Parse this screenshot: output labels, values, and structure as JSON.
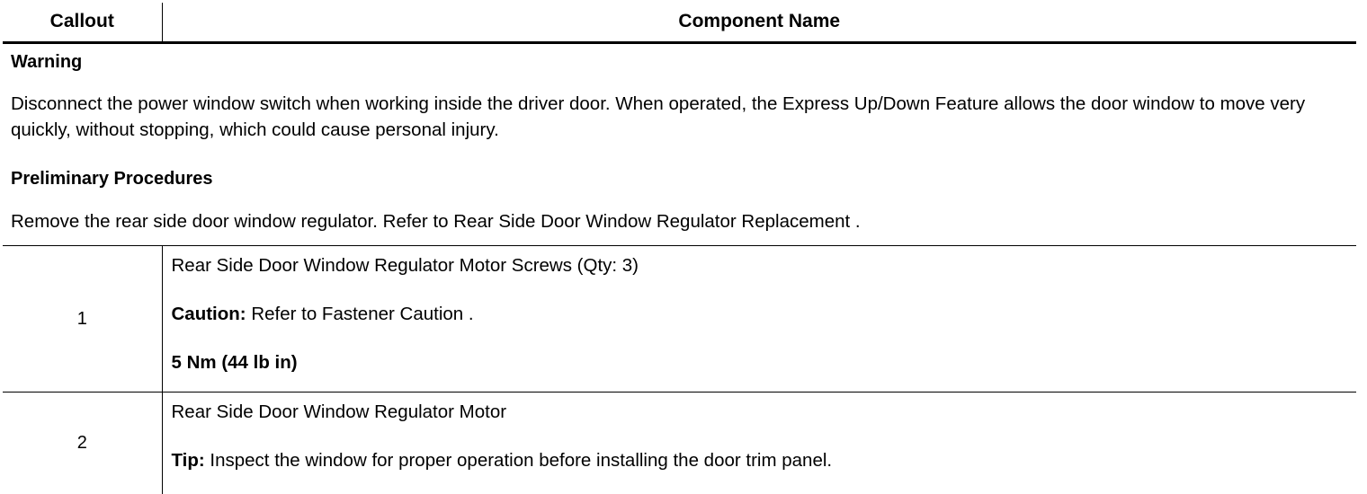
{
  "table": {
    "headers": {
      "callout": "Callout",
      "component_name": "Component Name"
    },
    "notes": {
      "warning_heading": "Warning",
      "warning_text": "Disconnect the power window switch when working inside the driver door. When operated, the Express Up/Down Feature allows the door window to move very quickly, without stopping, which could cause personal injury.",
      "preliminary_heading": "Preliminary Procedures",
      "preliminary_text": "Remove the rear side door window regulator. Refer to Rear Side Door Window Regulator Replacement ."
    },
    "rows": [
      {
        "callout": "1",
        "title": "Rear Side Door Window Regulator Motor Screws (Qty: 3)",
        "note_label": "Caution:",
        "note_text": " Refer to Fastener Caution .",
        "torque": "5 Nm (44 lb in)"
      },
      {
        "callout": "2",
        "title": "Rear Side Door Window Regulator Motor",
        "note_label": "Tip:",
        "note_text": " Inspect the window for proper operation before installing the door trim panel."
      }
    ]
  },
  "style": {
    "text_color": "#000000",
    "border_color": "#000000",
    "background": "#ffffff"
  }
}
